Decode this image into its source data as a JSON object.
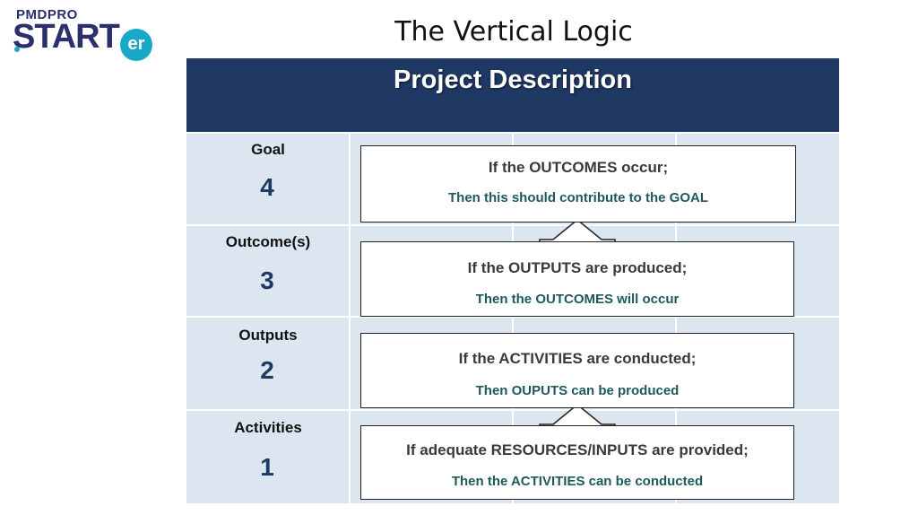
{
  "logo": {
    "small": "PMDPRO",
    "big": "START",
    "suffix": "er"
  },
  "slide_title": "The Vertical Logic",
  "table": {
    "header": "Project Description",
    "rows": [
      {
        "label": "Goal",
        "number": "4",
        "if_text": "If the OUTCOMES occur;",
        "then_text": "Then this should contribute to the GOAL"
      },
      {
        "label": "Outcome(s)",
        "number": "3",
        "if_text": "If the OUTPUTS are produced;",
        "then_text": "Then the OUTCOMES will occur"
      },
      {
        "label": "Outputs",
        "number": "2",
        "if_text": "If the ACTIVITIES are conducted;",
        "then_text": "Then OUPUTS can be produced"
      },
      {
        "label": "Activities",
        "number": "1",
        "if_text": "If adequate RESOURCES/INPUTS are provided;",
        "then_text": "Then the ACTIVITIES can be conducted"
      }
    ]
  },
  "colors": {
    "header_bg": "#1f3864",
    "cell_bg": "#dce6f1",
    "logo_accent": "#17a9c7",
    "then_text": "#1e5a5a"
  }
}
